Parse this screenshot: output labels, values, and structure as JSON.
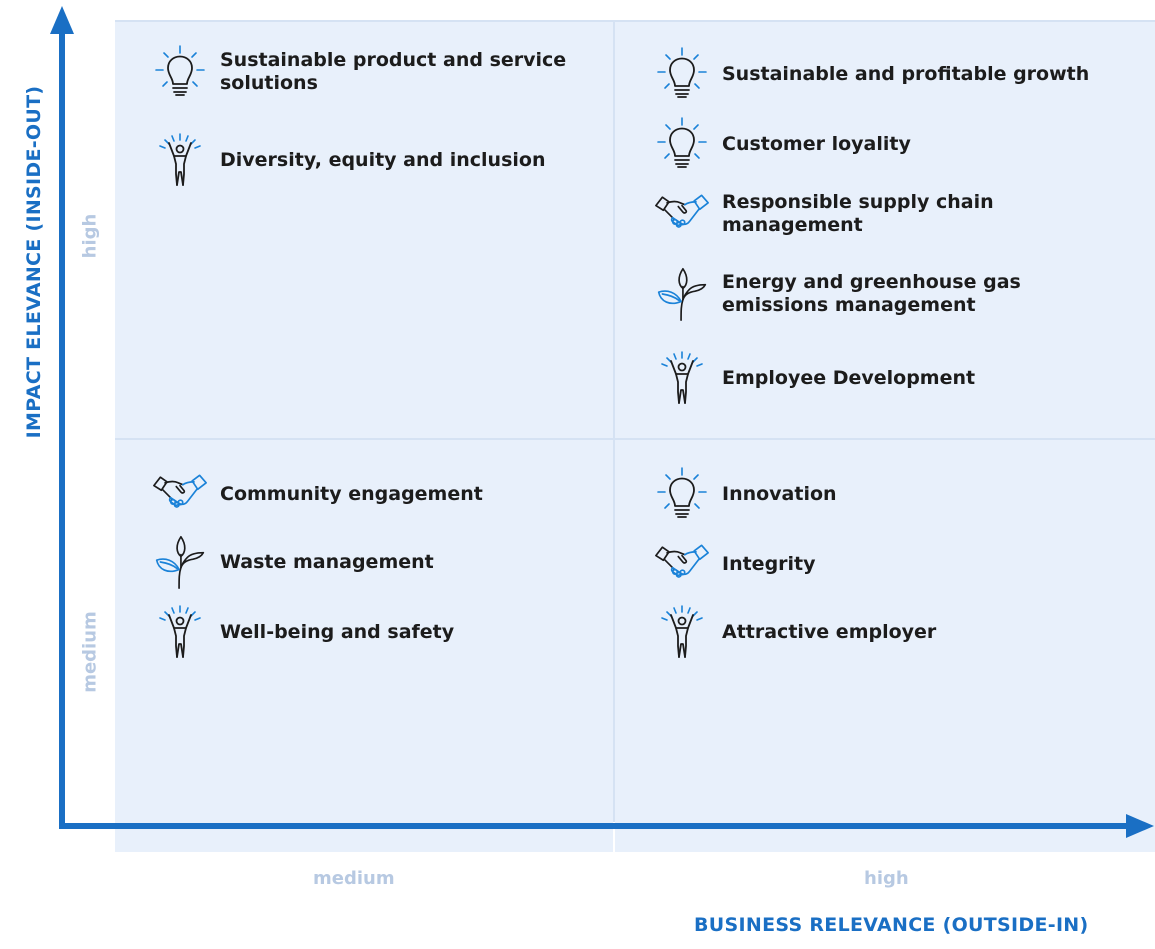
{
  "axes": {
    "x_title": "BUSINESS RELEVANCE (OUTSIDE-IN)",
    "y_title": "IMPACT ELEVANCE (INSIDE-OUT)",
    "x_levels": [
      "medium",
      "high"
    ],
    "y_levels": [
      "high",
      "medium"
    ]
  },
  "colors": {
    "axis": "#1a6fc4",
    "quadrant_fill": "#e8f0fb",
    "level_text": "#b7c9e2",
    "icon_stroke": "#1c1c1c",
    "icon_accent": "#1a82d8"
  },
  "quadrants": {
    "top_left": {
      "items": [
        {
          "label": "Sustainable product and service solutions",
          "icon": "lightbulb-icon"
        },
        {
          "label": "Diversity, equity and inclusion",
          "icon": "person-raising-arms-icon"
        }
      ]
    },
    "top_right": {
      "items": [
        {
          "label": "Sustainable and profitable growth",
          "icon": "lightbulb-icon"
        },
        {
          "label": "Customer loyality",
          "icon": "lightbulb-icon"
        },
        {
          "label": "Responsible supply chain management",
          "icon": "handshake-icon"
        },
        {
          "label": "Energy and greenhouse gas emissions management",
          "icon": "plant-icon"
        },
        {
          "label": "Employee Development",
          "icon": "person-raising-arms-icon"
        }
      ]
    },
    "bottom_left": {
      "items": [
        {
          "label": "Community engagement",
          "icon": "handshake-icon"
        },
        {
          "label": "Waste management",
          "icon": "plant-icon"
        },
        {
          "label": "Well-being and safety",
          "icon": "person-raising-arms-icon"
        }
      ]
    },
    "bottom_right": {
      "items": [
        {
          "label": "Innovation",
          "icon": "lightbulb-icon"
        },
        {
          "label": "Integrity",
          "icon": "handshake-icon"
        },
        {
          "label": "Attractive employer",
          "icon": "person-raising-arms-icon"
        }
      ]
    }
  }
}
